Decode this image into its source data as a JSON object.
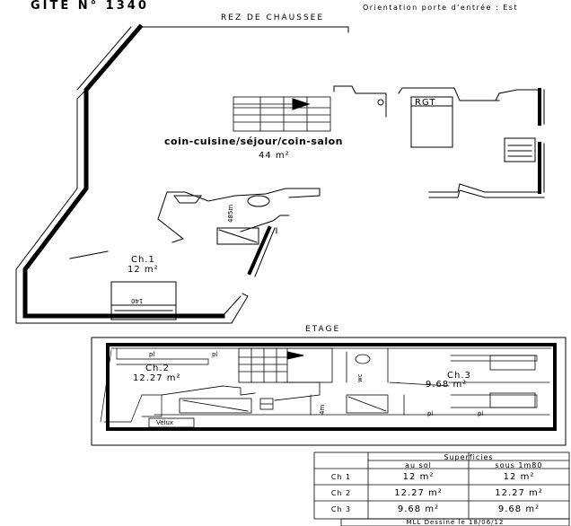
{
  "header": {
    "title": "GITE N° 1340",
    "orientation": "Orientation porte d'entrée : Est"
  },
  "levels": {
    "ground": "REZ DE CHAUSSEE",
    "upper": "ETAGE"
  },
  "ground_floor": {
    "main_room": "coin-cuisine/séjour/coin-salon",
    "main_area": "44 m²",
    "rgt": "RGT",
    "ch1_name": "Ch.1",
    "ch1_area": "12 m²",
    "bed_140": "140",
    "dim_485": "485m"
  },
  "upper_floor": {
    "ch2_name": "Ch.2",
    "ch2_area": "12.27 m²",
    "ch3_name": "Ch.3",
    "ch3_area": "9.68 m²",
    "pl": "pl",
    "velux": "Vélux",
    "wc": "wc",
    "dim_4m": "4m"
  },
  "surface_table": {
    "title": "Superficies",
    "col_ground": "au sol",
    "col_under": "sous 1m80",
    "rows": [
      {
        "room": "Ch 1",
        "sol": "12 m²",
        "under": "12 m²"
      },
      {
        "room": "Ch 2",
        "sol": "12.27 m²",
        "under": "12.27 m²"
      },
      {
        "room": "Ch 3",
        "sol": "9.68 m²",
        "under": "9.68 m²"
      }
    ]
  },
  "footer": {
    "note": "MLL Dessiné le 18/06/12"
  }
}
